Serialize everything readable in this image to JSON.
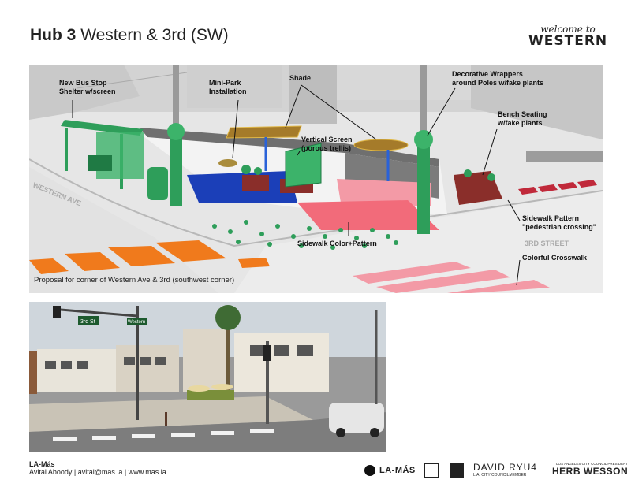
{
  "header": {
    "title_bold": "Hub 3",
    "title_rest": "Western & 3rd (SW)",
    "brand_line1": "welcome to",
    "brand_line2": "WESTERN"
  },
  "rendering": {
    "labels": {
      "bus_stop_1": "New Bus Stop",
      "bus_stop_2": "Shelter w/screen",
      "mini_park_1": "Mini-Park",
      "mini_park_2": "Installation",
      "shade": "Shade",
      "wrappers_1": "Decorative Wrappers",
      "wrappers_2": "around Poles w/fake plants",
      "bench_1": "Bench Seating",
      "bench_2": "w/fake plants",
      "vscreen_1": "Vertical Screen",
      "vscreen_2": "(porous trellis)",
      "sidewalk_pattern_1": "Sidewalk Pattern",
      "sidewalk_pattern_2": "\"pedestrian crossing\"",
      "sidewalk_color": "Sidewalk Color+Pattern",
      "crosswalk": "Colorful Crosswalk",
      "street_western": "WESTERN AVE",
      "street_3rd": "3RD STREET"
    },
    "caption": "Proposal for corner of Western Ave & 3rd (southwest corner)",
    "colors": {
      "green": "#2e9e5a",
      "blue": "#1b3fb8",
      "pink": "#f39aa6",
      "orange": "#f07a1c",
      "brown": "#8a2e2a",
      "crosswalk_red": "#c0293a"
    }
  },
  "photo": {
    "sign_3rd": "3rd St",
    "sign_western": "Western"
  },
  "footer": {
    "org": "LA-Más",
    "contact": "Avital Aboody  |  avital@mas.la  |  www.mas.la",
    "logo_lamas": "LA-MÁS",
    "ryu_name": "DAVID RYU",
    "ryu_num": "4",
    "ryu_sub": "L.A. CITY COUNCILMEMBER",
    "wesson_sub": "LOS ANGELES CITY COUNCIL PRESIDENT",
    "wesson_name": "HERB WESSON"
  }
}
